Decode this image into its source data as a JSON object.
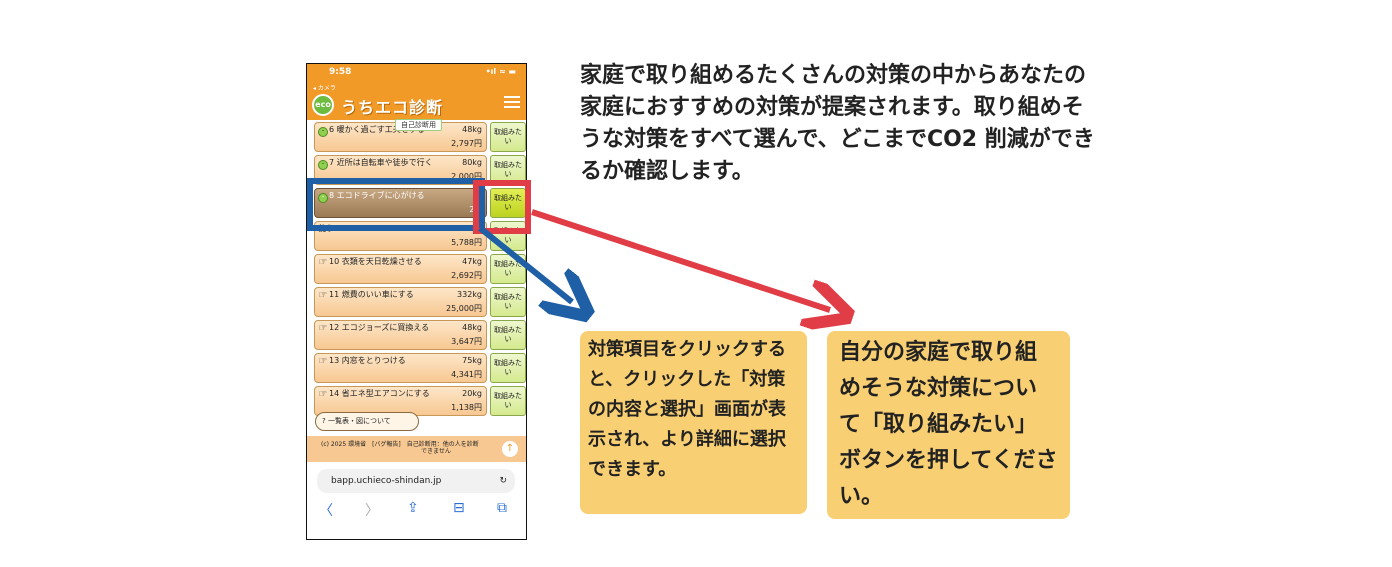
{
  "phone": {
    "status_time": "9:58",
    "status_icons": "•ıl ≈ ▬",
    "back_label": "◂ カメラ",
    "logo_badge": "eco",
    "app_title": "うちエコ診断",
    "self_tag": "自己診断用",
    "items": [
      {
        "name": "6 暖かく過ごす工夫をする",
        "kg": "48kg",
        "yen": "2,797円",
        "try": "取組みたい",
        "face": "smile"
      },
      {
        "name": "7 近所は自転車や徒歩で行く",
        "kg": "80kg",
        "yen": "2,000円",
        "try": "取組みたい",
        "face": "smile"
      },
      {
        "name": "8 エコドライブに心がける",
        "kg": "",
        "yen": "2,4",
        "try": "取組みたい",
        "face": "smile",
        "selected": true
      },
      {
        "name": "使う",
        "kg": "",
        "yen": "5,788円",
        "try": "取組みたい",
        "face": "none"
      },
      {
        "name": "10 衣類を天日乾燥させる",
        "kg": "47kg",
        "yen": "2,692円",
        "try": "取組みたい",
        "face": "hand"
      },
      {
        "name": "11 燃費のいい車にする",
        "kg": "332kg",
        "yen": "25,000円",
        "try": "取組みたい",
        "face": "hand"
      },
      {
        "name": "12 エコジョーズに買換える",
        "kg": "48kg",
        "yen": "3,647円",
        "try": "取組みたい",
        "face": "hand"
      },
      {
        "name": "13 内窓をとりつける",
        "kg": "75kg",
        "yen": "4,341円",
        "try": "取組みたい",
        "face": "hand"
      },
      {
        "name": "14 省エネ型エアコンにする",
        "kg": "20kg",
        "yen": "1,138円",
        "try": "取組みたい",
        "face": "hand"
      }
    ],
    "overview_button": "? 一覧表・図について",
    "footer_line1": "(c) 2025 環境省　[バグ報告]　自己診断用：他の人を診断",
    "footer_line2": "できません",
    "url": "bapp.uchieco-shindan.jp",
    "nav_back": "〈",
    "nav_forward": "〉",
    "nav_share": "⇪",
    "nav_bookmarks": "⊟",
    "nav_tabs": "⧉"
  },
  "description": "家庭で取り組めるたくさんの対策の中からあなたの家庭におすすめの対策が提案されます。取り組めそうな対策をすべて選んで、どこまでCO2 削減ができるか確認します。",
  "callout_click": "対策項目をクリックすると、クリックした「対策の内容と選択」画面が表示され、より詳細に選択できます。",
  "callout_try": "自分の家庭で取り組めそうな対策について「取り組みたい」ボタンを押してください。",
  "colors": {
    "orange": "#f29a28",
    "blue_arrow": "#1f5fa6",
    "red_arrow": "#e03d46",
    "callout_bg": "#f8cf73"
  }
}
